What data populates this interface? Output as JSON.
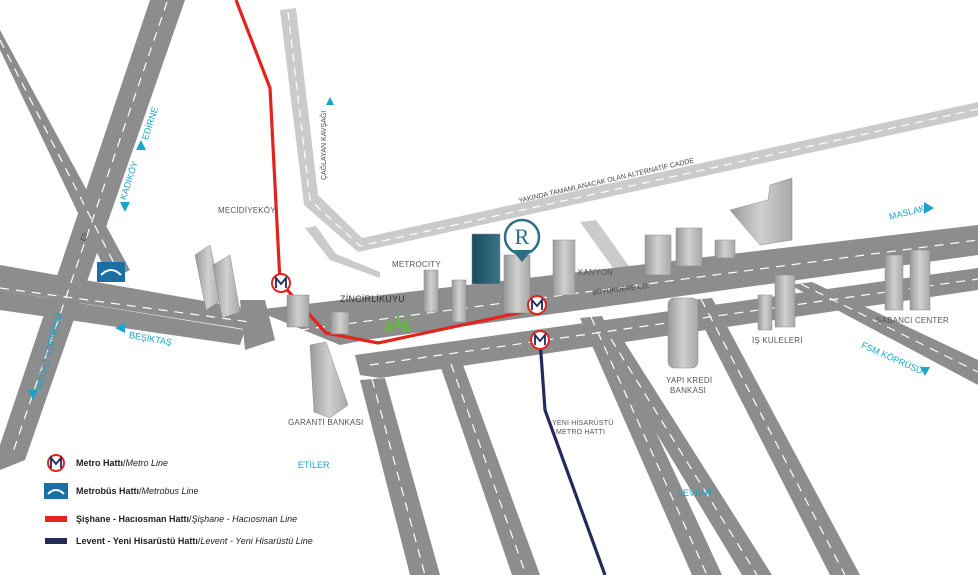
{
  "labels": {
    "mecidiyekoy": "MECİDİYEKÖY",
    "zincirlikuyu": "ZİNCİRLİKUYU",
    "metrocity": "METROCITY",
    "kanyon": "KANYON",
    "buyukdere": "BÜYÜKDERE CD.",
    "alternatif": "YAKINDA TAMAMLANACAK OLAN ALTERNATİF CADDE",
    "caglayan": "ÇAĞLAYAN KAVŞAĞI",
    "garanti": "GARANTİ BANKASI",
    "yapikredi_1": "YAPI KREDİ",
    "yapikredi_2": "BANKASI",
    "is_kuleleri": "İŞ KULELERİ",
    "sabanci": "SABANCI CENTER",
    "yeni_hisar_1": "YENİ HİSARÜSTÜ",
    "yeni_hisar_2": "METRO HATTI",
    "etiler": "ETİLER",
    "levent": "LEVENT",
    "e5": "E5",
    "logo_letter": "R"
  },
  "directions": {
    "edirne": "EDİRNE",
    "kadikoy": "KADIKÖY",
    "besiktas": "BEŞİKTAŞ",
    "bogaz": "BOĞAZ KÖPRÜSÜ",
    "maslak": "MASLAK",
    "fsm": "FSM KÖPRÜSÜ"
  },
  "legend": [
    {
      "symbol": "metro-icon",
      "bold": "Metro Hattı",
      "sep": " / ",
      "italic": "Metro Line"
    },
    {
      "symbol": "metrobus-icon",
      "bold": "Metrobüs Hattı",
      "sep": " / ",
      "italic": "Metrobus Line"
    },
    {
      "symbol": "red-line",
      "bold": "Şişhane - Hacıosman Hattı",
      "sep": " / ",
      "italic": "Şişhane - Hacıosman Line"
    },
    {
      "symbol": "navy-line",
      "bold": "Levent - Yeni Hisarüstü Hattı",
      "sep": " / ",
      "italic": "Levent - Yeni Hisarüstü Line"
    }
  ],
  "colors": {
    "metro_red": "#e3231e",
    "levent_navy": "#232a5c",
    "accent_blue": "#1ba3c8",
    "road": "#8c8c8c",
    "road_light": "#c9c9c9",
    "lane_mark": "#ffffff"
  }
}
